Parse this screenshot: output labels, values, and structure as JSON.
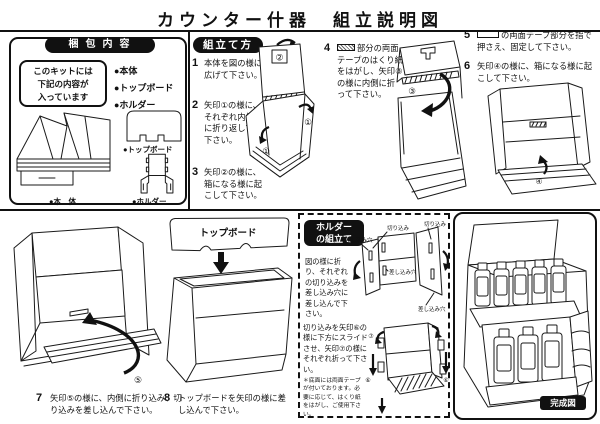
{
  "title": "カウンター什器　組立説明図",
  "package": {
    "badge": "梱包内容",
    "note": "このキットには\n下記の内容が\n入っています",
    "items": [
      "●本体",
      "●トップボード",
      "●ホルダー"
    ],
    "caption_body": "●本　体",
    "caption_topboard": "●トップボード",
    "caption_holder": "●ホルダー"
  },
  "assembly": {
    "badge": "組立て方",
    "steps": [
      {
        "num": "1",
        "text": "本体を図の様に広げて下さい。"
      },
      {
        "num": "2",
        "text": "矢印①の様に、それぞれ内側に折り返して下さい。"
      },
      {
        "num": "3",
        "text": "矢印②の様に、箱になる様に起こして下さい。"
      },
      {
        "num": "4",
        "text": "部分の両面テープのはくり紙をはがし、矢印③の様に内側に折って下さい。"
      },
      {
        "num": "5",
        "text": "の両面テープ部分を指で押さえ、固定して下さい。"
      },
      {
        "num": "6",
        "text": "矢印④の様に、箱になる様に起こして下さい。"
      },
      {
        "num": "7",
        "text": "矢印⑤の様に、内側に折り込み、切り込みを差し込んで下さい。"
      },
      {
        "num": "8",
        "text": "トップボードを矢印の様に差し込んで下さい。"
      }
    ]
  },
  "holder": {
    "badge": "ホルダー\nの組立て",
    "instruction1": "図の様に折り、それぞれの切り込みを差し込み穴に差し込んで下さい。",
    "instruction2": "切り込みを矢印⑥の様に下方にスライドさせ、矢印⑦の様にそれぞれ折って下さい。",
    "note": "＊底面には両面テープが付いております。必要に応じて、はくり紙をはがし、ご使用下さい。"
  },
  "finished": {
    "badge": "完成図"
  },
  "labels": {
    "topboard": "トップボード",
    "sashikomi_ana": "差し込み穴",
    "kirikomi": "切り込み",
    "c1": "①",
    "c2": "②",
    "c3": "③",
    "c4": "④",
    "c5": "⑤",
    "c6": "⑥",
    "c7": "⑦"
  },
  "colors": {
    "ink": "#1a1a1a",
    "paper": "#ffffff"
  }
}
